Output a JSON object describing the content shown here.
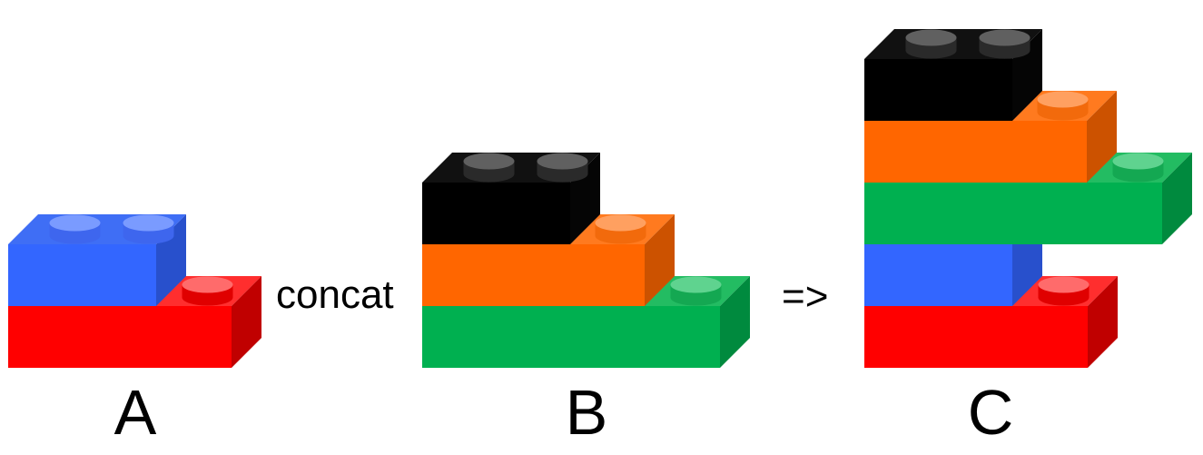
{
  "diagram": {
    "operator_label": "concat",
    "result_symbol": "=>",
    "stacks": [
      {
        "label": "A",
        "bricks": [
          {
            "color": "red",
            "studs": 1
          },
          {
            "color": "blue",
            "studs": 2
          }
        ]
      },
      {
        "label": "B",
        "bricks": [
          {
            "color": "green",
            "studs": 1
          },
          {
            "color": "orange",
            "studs": 1
          },
          {
            "color": "black",
            "studs": 2
          }
        ]
      },
      {
        "label": "C",
        "bricks": [
          {
            "color": "red",
            "studs": 1
          },
          {
            "color": "blue",
            "studs": 2
          },
          {
            "color": "green",
            "studs": 1
          },
          {
            "color": "orange",
            "studs": 1
          },
          {
            "color": "black",
            "studs": 2
          }
        ]
      }
    ]
  },
  "colors": {
    "red": {
      "front": "#FF0000",
      "top": "#FF2E2E",
      "side": "#C00000",
      "stud_top": "#FF6B6B",
      "stud_side": "#E00000"
    },
    "blue": {
      "front": "#3366FF",
      "top": "#3F6EF5",
      "side": "#2850CC",
      "stud_top": "#7A9BFF",
      "stud_side": "#3E66EE"
    },
    "green": {
      "front": "#00B050",
      "top": "#23BC62",
      "side": "#008A3E",
      "stud_top": "#5FD38F",
      "stud_side": "#14A852"
    },
    "orange": {
      "front": "#FF6600",
      "top": "#FF7A1F",
      "side": "#CC5200",
      "stud_top": "#FFA060",
      "stud_side": "#F26A0C"
    },
    "black": {
      "front": "#000000",
      "top": "#111111",
      "side": "#050505",
      "stud_top": "#606060",
      "stud_side": "#2A2A2A"
    }
  }
}
